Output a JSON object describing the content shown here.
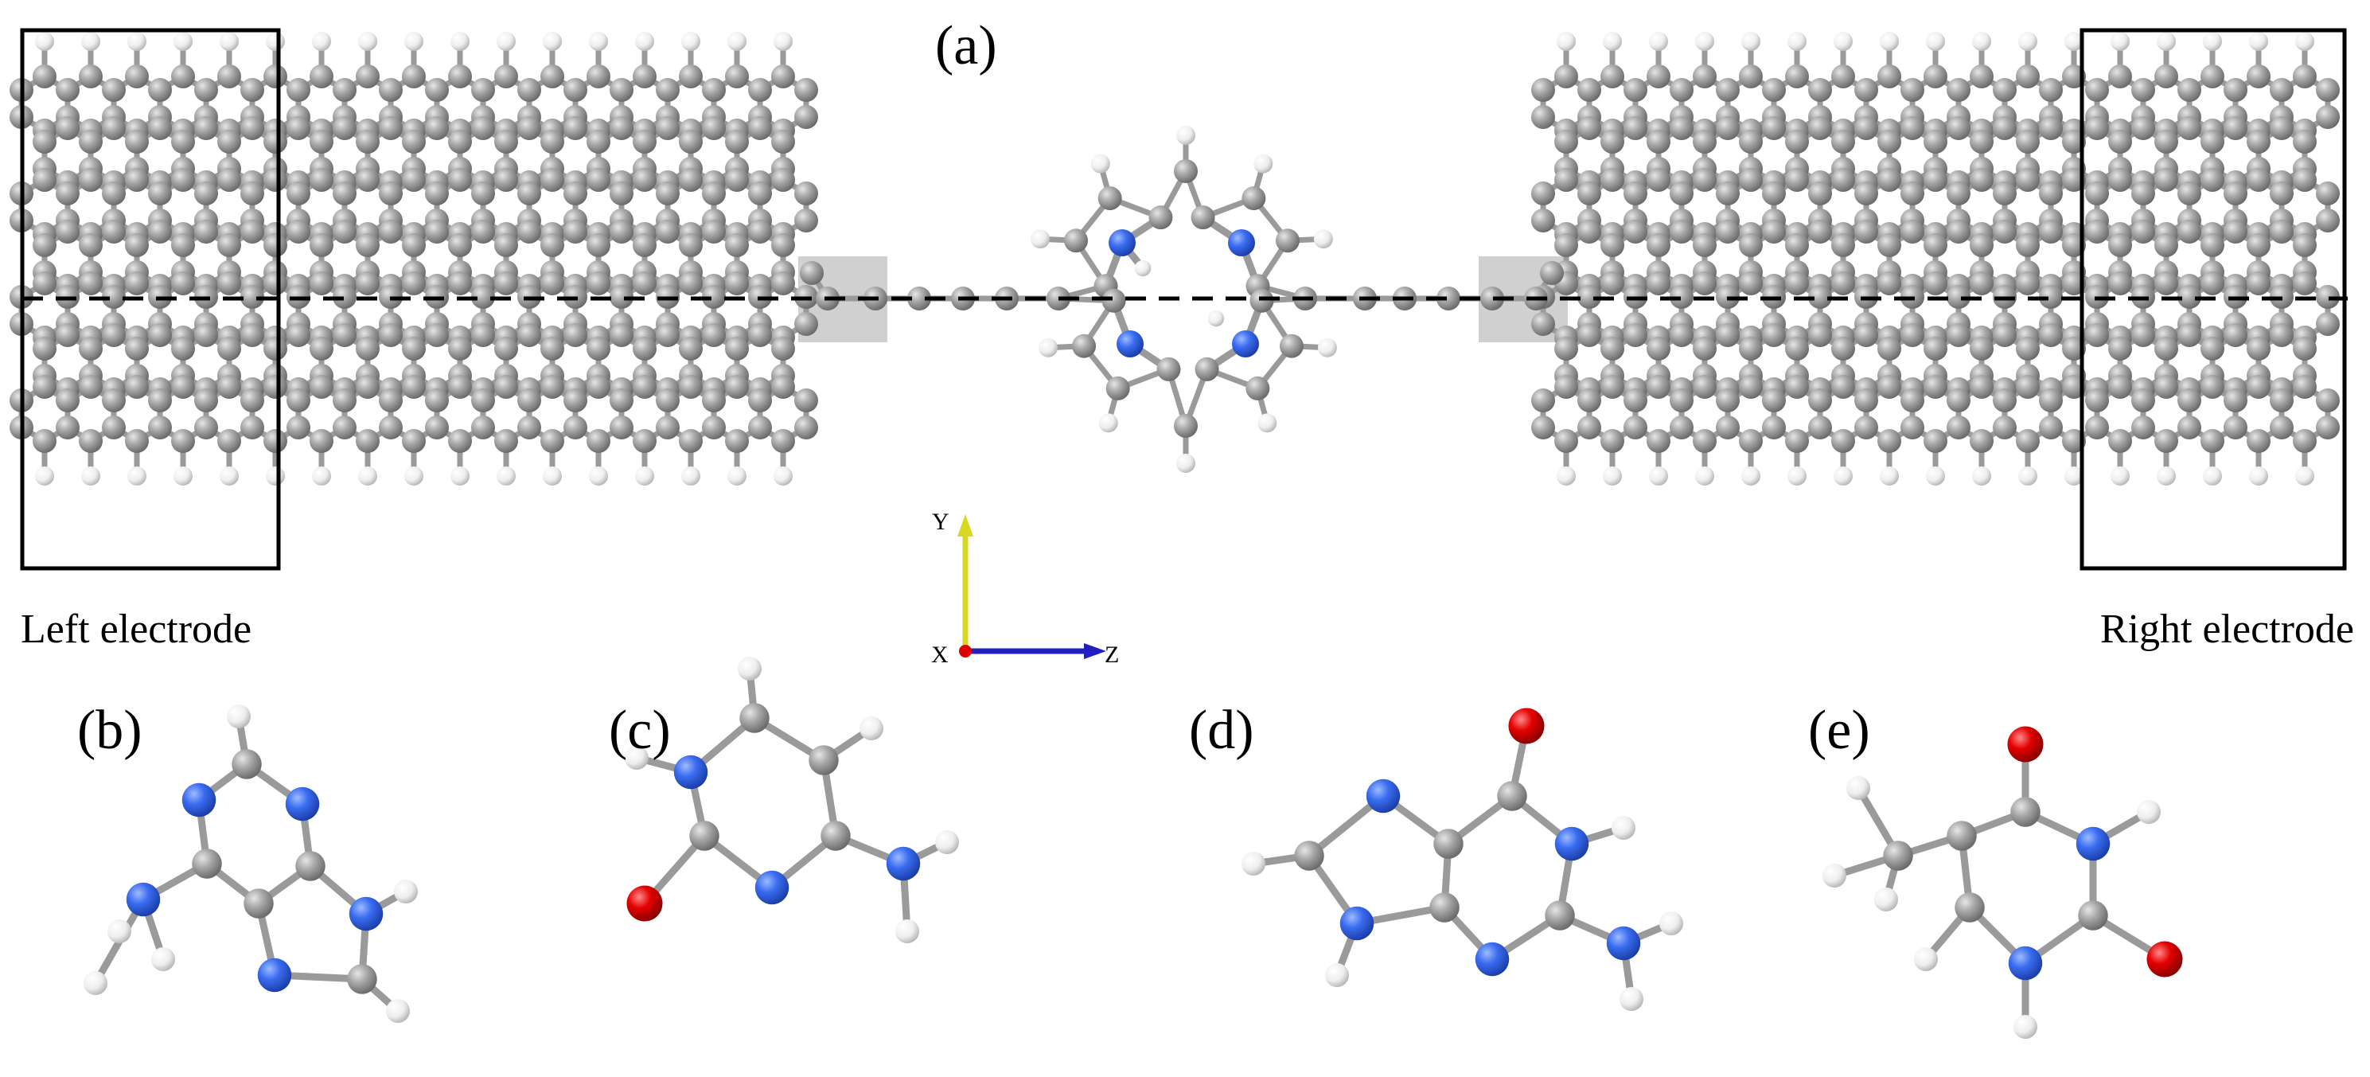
{
  "figure": {
    "panel_labels": {
      "a": "(a)",
      "b": "(b)",
      "c": "(c)",
      "d": "(d)",
      "e": "(e)"
    },
    "electrode_labels": {
      "left": "Left electrode",
      "right": "Right electrode"
    },
    "axes": {
      "y": "Y",
      "x": "X",
      "z": "Z"
    },
    "colors": {
      "carbon": "#9a9a9a",
      "hydrogen": "#f2f2f2",
      "nitrogen": "#2f63e6",
      "oxygen": "#e00000",
      "bond": "#9a9a9a",
      "y_axis": "#d8d820",
      "z_axis": "#2020c0",
      "x_origin": "#e00000",
      "frame": "#000000",
      "contact_shade": "#c8c8c8"
    }
  }
}
